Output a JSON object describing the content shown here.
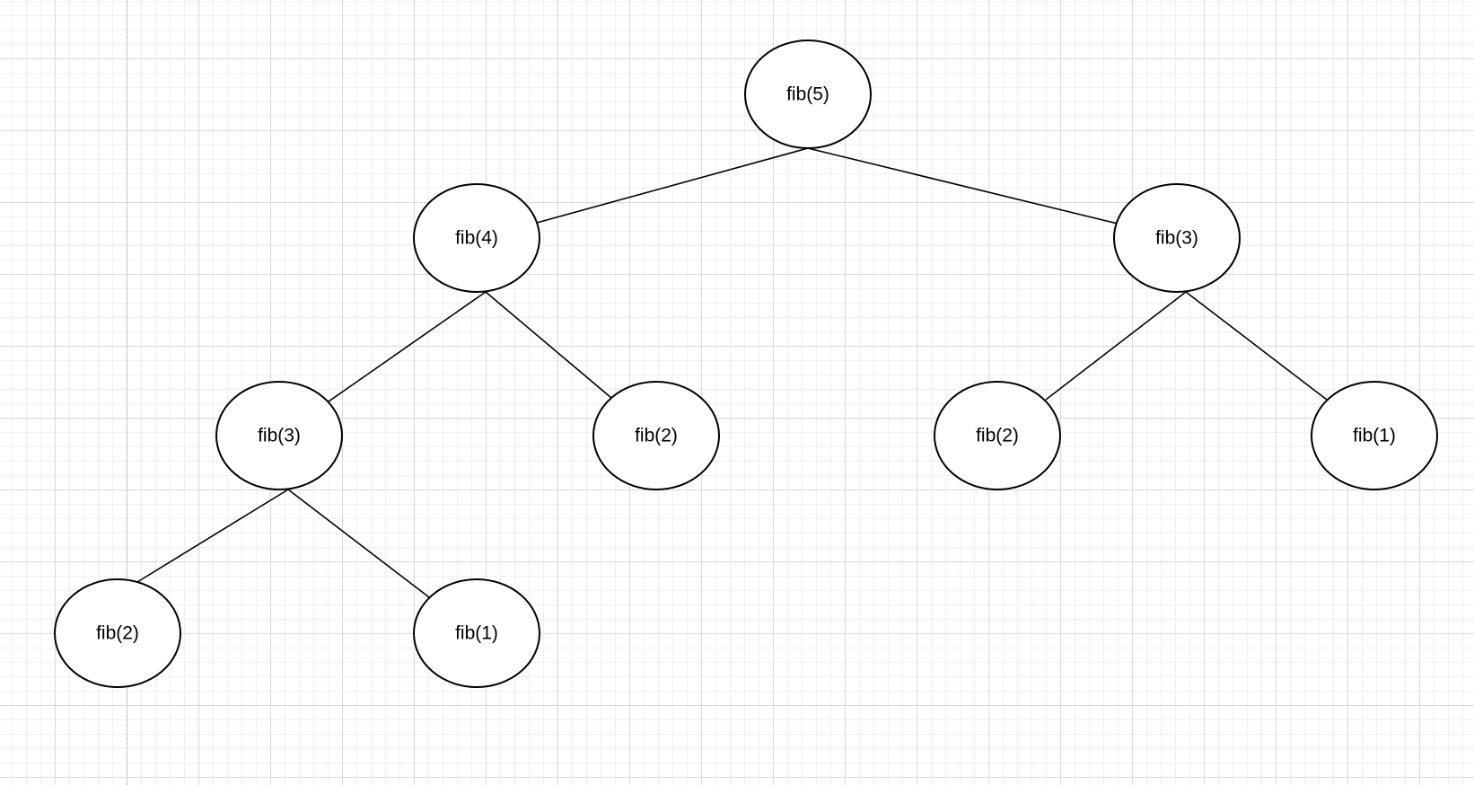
{
  "diagram": {
    "type": "tree",
    "nodes": [
      {
        "id": "n1",
        "label": "fib(5)"
      },
      {
        "id": "n2",
        "label": "fib(4)"
      },
      {
        "id": "n3",
        "label": "fib(3)"
      },
      {
        "id": "n4",
        "label": "fib(3)"
      },
      {
        "id": "n5",
        "label": "fib(2)"
      },
      {
        "id": "n6",
        "label": "fib(2)"
      },
      {
        "id": "n7",
        "label": "fib(1)"
      },
      {
        "id": "n8",
        "label": "fib(2)"
      },
      {
        "id": "n9",
        "label": "fib(1)"
      }
    ],
    "edges": [
      {
        "from": "n1",
        "to": "n2"
      },
      {
        "from": "n1",
        "to": "n3"
      },
      {
        "from": "n2",
        "to": "n4"
      },
      {
        "from": "n2",
        "to": "n5"
      },
      {
        "from": "n3",
        "to": "n6"
      },
      {
        "from": "n3",
        "to": "n7"
      },
      {
        "from": "n4",
        "to": "n8"
      },
      {
        "from": "n4",
        "to": "n9"
      }
    ]
  }
}
